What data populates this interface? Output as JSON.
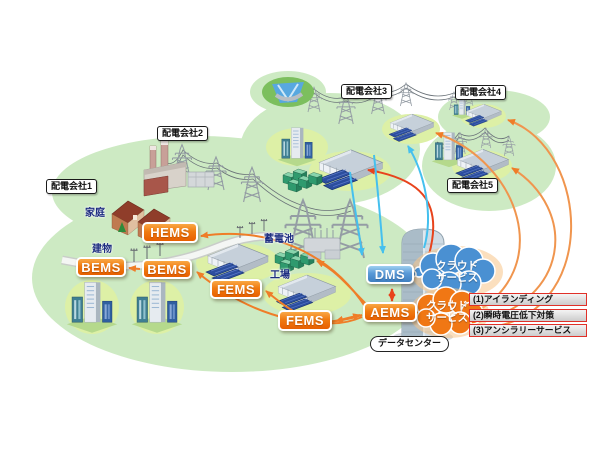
{
  "regions": [
    {
      "label": "配電会社1"
    },
    {
      "label": "配電会社2"
    },
    {
      "label": "配電会社3"
    },
    {
      "label": "配電会社4"
    },
    {
      "label": "配電会社5"
    }
  ],
  "site_labels": {
    "home": "家庭",
    "building": "建物",
    "storage_battery": "蓄電池",
    "factory": "工場",
    "data_center": "データセンター"
  },
  "ems_boxes": {
    "hems": "HEMS",
    "bems_left": "BEMS",
    "bems_center": "BEMS",
    "fems_left": "FEMS",
    "fems_bottom": "FEMS",
    "dms": "DMS",
    "aems": "AEMS"
  },
  "clouds": {
    "dms_cloud": {
      "line1": "クラウド",
      "line2": "サービス"
    },
    "aems_cloud": {
      "line1": "クラウド",
      "line2": "サービス"
    }
  },
  "services": [
    {
      "label": "(1)アイランディング"
    },
    {
      "label": "(2)瞬時電圧低下対策"
    },
    {
      "label": "(3)アンシラリーサービス"
    }
  ],
  "colors": {
    "region_green": "#cdeac3",
    "cluster_green": "#ddf0a6",
    "ems_orange": "#ee6a00",
    "dms_blue": "#4488cc",
    "cloud_blue": "#4a90d2",
    "cloud_orange": "#f07714",
    "arrow_orange": "#ef7d28",
    "arrow_red": "#e8431c",
    "arrow_cyan": "#45c0ee",
    "service_border": "#e03028"
  }
}
